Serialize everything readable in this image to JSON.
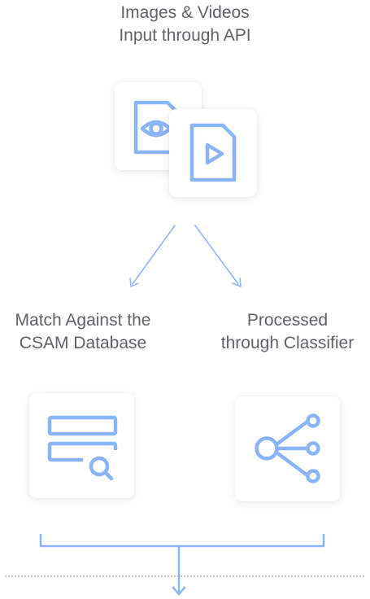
{
  "input": {
    "title_line1": "Images & Videos",
    "title_line2": "Input through API"
  },
  "branches": {
    "left": {
      "line1": "Match Against the",
      "line2": "CSAM Database"
    },
    "right": {
      "line1": "Processed",
      "line2": "through Classifier"
    }
  },
  "icons": {
    "image_file": "eye-file-icon",
    "video_file": "play-file-icon",
    "database_search": "database-search-icon",
    "classifier": "share-network-icon"
  },
  "colors": {
    "accent": "#8ab4f8",
    "text": "#5f6368",
    "divider": "#9aa0a6"
  }
}
